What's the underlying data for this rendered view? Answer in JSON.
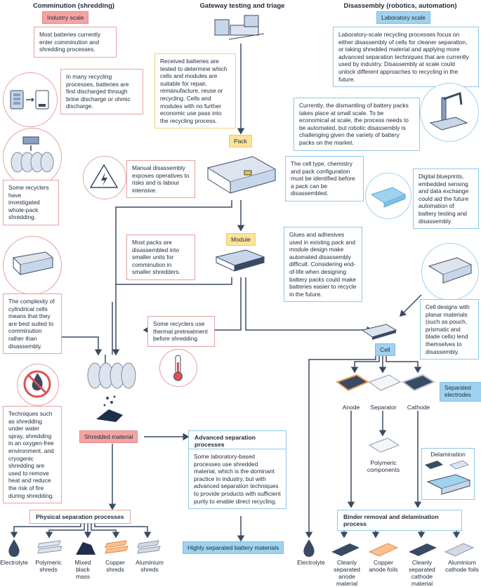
{
  "columns": {
    "left": {
      "title": "Comminution (shredding)",
      "tag": "Industry scale"
    },
    "center": {
      "title": "Gateway testing and triage"
    },
    "right": {
      "title": "Disassembly (robotics, automation)",
      "tag": "Laboratory scale"
    }
  },
  "boxes": {
    "batteries_enter": "Most batteries currently enter comminution and shredding processes.",
    "discharge": "In many recycling processes, batteries are first discharged through brine discharge or ohmic discharge.",
    "whole_pack": "Some recyclers have investigated whole-pack shredding.",
    "cylindrical": "The complexity of cylindrical cells means that they are best suited to comminution rather than disassembly.",
    "fire": "Techniques such as shredding under water spray, shredding in an oxygen-free environment, and cryogenic shredding are used to remove heat and reduce the risk of fire during shredding.",
    "received": "Received batteries are tested to determine which cells and modules are suitable for repair, remanufacture, reuse or recycling. Cells and modules with no further economic use pass into the recycling process.",
    "manual": "Manual disassembly exposes operatives to risks and is labour intensive.",
    "cell_type": "The cell type, chemistry and pack configuration must be identified before a pack can be disassembled.",
    "most_packs": "Most packs are disassembled into smaller units for comminution in smaller shredders.",
    "glues": "Glues and adhesives used in existing pack and module design make automated disassembly difficult. Considering end-of-life when designing battery packs could make batteries easier to recycle in the future.",
    "thermal": "Some recyclers use thermal pretreatment before shredding.",
    "lab_scale": "Laboratory-scale recycling processes focus on either disassembly of cells for cleaner separation, or taking shredded material and applying more advanced separation techniques that are currently used by industry. Disassembly at scale could unlock different approaches to recycling in the future.",
    "dismantling": "Currently, the dismantling of battery packs takes place at small scale. To be economical at scale, the process needs to be automated, but robotic disassembly is challenging given the variety of battery packs on the market.",
    "blueprints": "Digital blueprints, embedded sensing and data exchange could aid the future automation of battery testing and disassembly.",
    "planar": "Cell designs with planar materials (such as pouch, prismatic and blade cells) lend themselves to disassembly.",
    "lab_shredded": "Some laboratory-based processes use shredded material, which is the dominant practice in industry, but with advanced separation techniques to provide products with sufficient purity to enable direct recycling."
  },
  "nodes": {
    "pack": "Pack",
    "module": "Module",
    "cell": "Cell",
    "shredded": "Shredded material",
    "separated_electrodes": "Separated electrodes",
    "highly_separated": "Highly separated battery materials",
    "advanced_sep": "Advanced separation processes",
    "physical_sep": "Physical separation processes",
    "binder_removal": "Binder removal and delamination process",
    "delamination": "Delamination",
    "anode": "Anode",
    "separator": "Separator",
    "cathode": "Cathode",
    "polymeric_components": "Polymeric components"
  },
  "outputs_left": [
    "Electrolyte",
    "Polymeric shreds",
    "Mixed black mass",
    "Copper shreds",
    "Aluminium shreds"
  ],
  "outputs_right": [
    "Electrolyte",
    "Cleanly separated anode material",
    "Copper anode foils",
    "Cleanly separated cathode material",
    "Aluminium cathode foils"
  ],
  "colors": {
    "red_tag": "#f4a3a3",
    "blue_tag": "#9fd2ee",
    "yellow_tag": "#fbe39a",
    "line": "#3a4a63"
  }
}
